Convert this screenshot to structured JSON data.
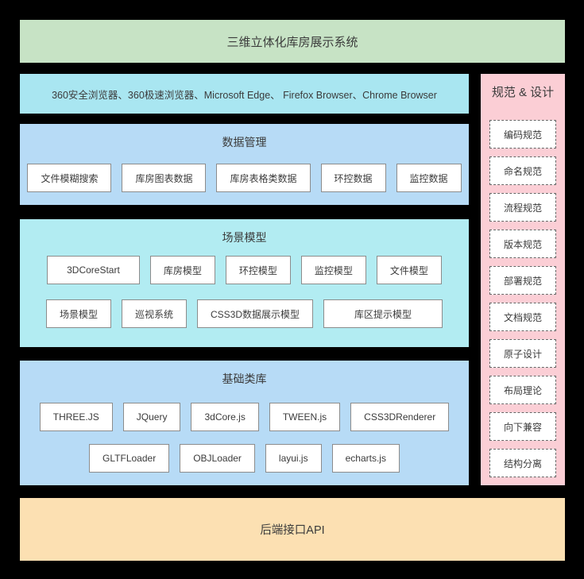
{
  "title_banner": {
    "label": "三维立体化库房展示系统"
  },
  "browsers_bar": {
    "label": "360安全浏览器、360极速浏览器、Microsoft Edge、 Firefox Browser、Chrome Browser"
  },
  "sections": {
    "data": {
      "title": "数据管理",
      "rows": [
        [
          "文件模糊搜索",
          "库房图表数据",
          "库房表格类数据",
          "环控数据",
          "监控数据"
        ]
      ]
    },
    "scene": {
      "title": "场景模型",
      "rows": [
        [
          "3DCoreStart",
          "库房模型",
          "环控模型",
          "监控模型",
          "文件模型"
        ],
        [
          "场景模型",
          "巡视系统",
          "CSS3D数据展示模型",
          "库区提示模型"
        ]
      ]
    },
    "base": {
      "title": "基础类库",
      "rows": [
        [
          "THREE.JS",
          "JQuery",
          "3dCore.js",
          "TWEEN.js",
          "CSS3DRenderer"
        ],
        [
          "GLTFLoader",
          "OBJLoader",
          "layui.js",
          "echarts.js"
        ]
      ]
    }
  },
  "spec_panel": {
    "title": "规范 & 设计",
    "items": [
      "编码规范",
      "命名规范",
      "流程规范",
      "版本规范",
      "部署规范",
      "文档规范",
      "原子设计",
      "布局理论",
      "向下兼容",
      "结构分离"
    ]
  },
  "api_banner": {
    "label": "后端接口API"
  },
  "colors": {
    "background": "#000000",
    "title_banner_bg": "#c7e3c5",
    "browsers_bar_bg": "#a9e6f1",
    "data_section_bg": "#b7dbf6",
    "scene_section_bg": "#b2ecf2",
    "base_section_bg": "#b7dbf6",
    "spec_panel_bg": "#fbced5",
    "api_banner_bg": "#fce0b2",
    "box_bg": "#ffffff",
    "box_border": "#8c8c8c",
    "text": "#3b3b3b"
  }
}
